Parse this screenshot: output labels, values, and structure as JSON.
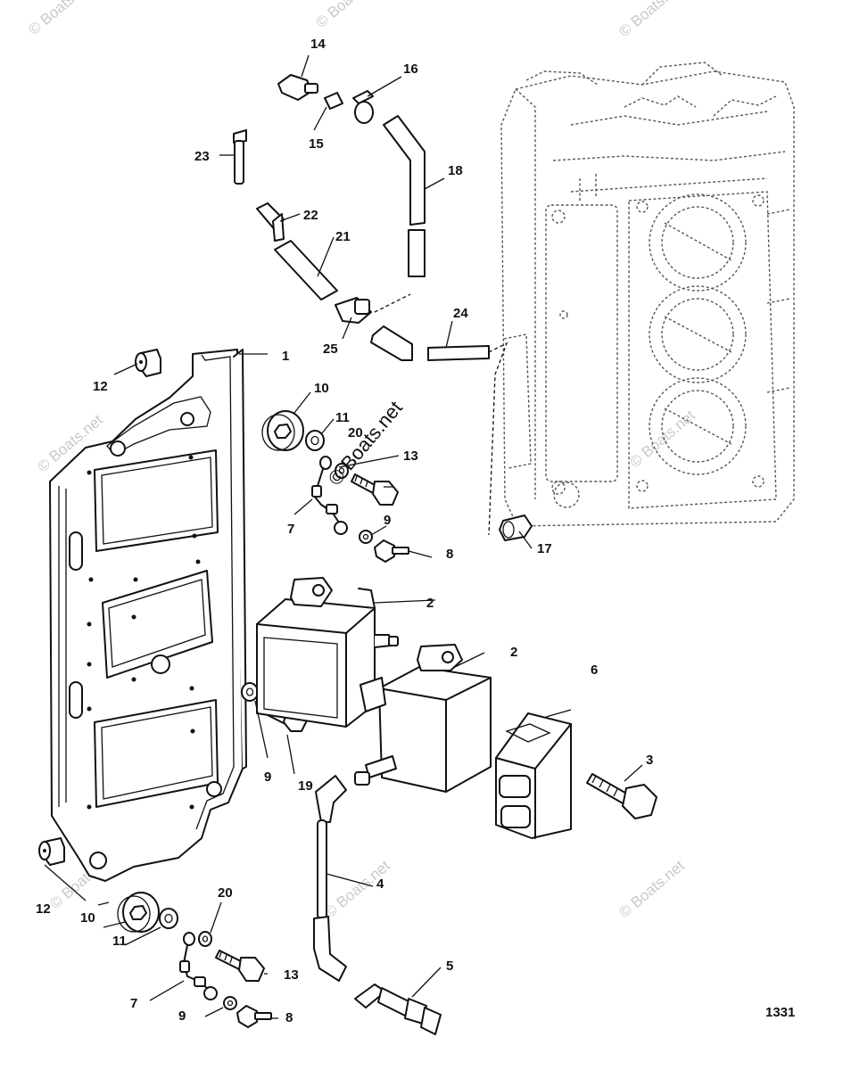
{
  "figure_number": "1331",
  "watermark": "© Boats.net",
  "callouts": [
    "1",
    "2",
    "2",
    "3",
    "4",
    "5",
    "6",
    "7",
    "7",
    "8",
    "8",
    "9",
    "9",
    "9",
    "10",
    "10",
    "11",
    "11",
    "12",
    "12",
    "13",
    "13",
    "14",
    "15",
    "16",
    "17",
    "18",
    "19",
    "20",
    "20",
    "21",
    "22",
    "23",
    "24",
    "25"
  ]
}
